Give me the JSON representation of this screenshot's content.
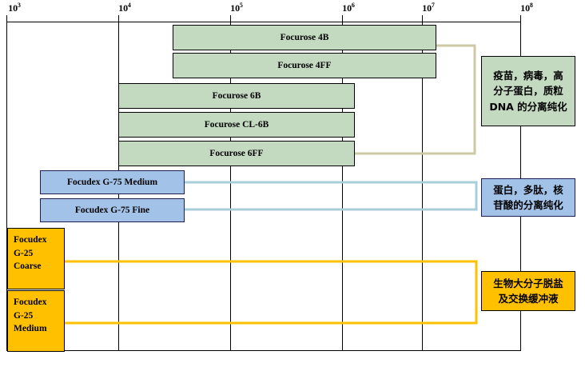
{
  "chart_data": {
    "type": "bar",
    "title": "",
    "xlabel": "",
    "ylabel": "",
    "scale": "log",
    "xlim": [
      1000,
      100000000
    ],
    "grid": true,
    "legend_position": "right-callouts",
    "axis": {
      "ticks": [
        {
          "label": "10",
          "exp": "3",
          "value": 1000
        },
        {
          "label": "10",
          "exp": "4",
          "value": 10000
        },
        {
          "label": "10",
          "exp": "5",
          "value": 100000
        },
        {
          "label": "10",
          "exp": "6",
          "value": 1000000
        },
        {
          "label": "10",
          "exp": "7",
          "value": 10000000
        },
        {
          "label": "10",
          "exp": "8",
          "value": 100000000
        }
      ]
    },
    "series": [
      {
        "name": "Focurose 4B",
        "group": "agarose",
        "color": "#c3d9c0",
        "range": [
          60000,
          20000000
        ]
      },
      {
        "name": "Focurose 4FF",
        "group": "agarose",
        "color": "#c3d9c0",
        "range": [
          60000,
          20000000
        ]
      },
      {
        "name": "Focurose 6B",
        "group": "agarose",
        "color": "#c3d9c0",
        "range": [
          10000,
          4000000
        ]
      },
      {
        "name": "Focurose CL-6B",
        "group": "agarose",
        "color": "#c3d9c0",
        "range": [
          10000,
          4000000
        ]
      },
      {
        "name": "Focurose 6FF",
        "group": "agarose",
        "color": "#c3d9c0",
        "range": [
          10000,
          4000000
        ]
      },
      {
        "name": "Focudex G-75 Medium",
        "group": "dextran-75",
        "color": "#a3c2e8",
        "range": [
          3000,
          30000
        ]
      },
      {
        "name": "Focudex G-75 Fine",
        "group": "dextran-75",
        "color": "#a3c2e8",
        "range": [
          3000,
          30000
        ]
      },
      {
        "name": "Focudex G-25 Coarse",
        "group": "dextran-25",
        "color": "#ffc000",
        "lines": [
          "Focudex",
          "G-25",
          "Coarse"
        ],
        "range": [
          1000,
          5000
        ]
      },
      {
        "name": "Focudex G-25 Medium",
        "group": "dextran-25",
        "color": "#ffc000",
        "lines": [
          "Focudex",
          "G-25",
          "Medium"
        ],
        "range": [
          1000,
          5000
        ]
      }
    ],
    "annotations": [
      {
        "id": "agarose-uses",
        "text": "疫苗，病毒，高分子蛋白，质粒DNA的分离纯化",
        "lines": [
          "疫苗，病毒，高",
          "分子蛋白，质粒",
          "DNA 的分离纯化"
        ],
        "color": "#c3d9c0",
        "connector_color": "#cdc9a5"
      },
      {
        "id": "dextran75-uses",
        "text": "蛋白，多肽，核苷酸的分离纯化",
        "lines": [
          "蛋白，多肽，核",
          "苷酸的分离纯化"
        ],
        "color": "#a3c2e8",
        "connector_color": "#a8cfd8"
      },
      {
        "id": "dextran25-uses",
        "text": "生物大分子脱盐及交换缓冲液",
        "lines": [
          "生物大分子脱盐",
          "及交换缓冲液"
        ],
        "color": "#ffc000",
        "connector_color": "#ffc000"
      }
    ]
  }
}
